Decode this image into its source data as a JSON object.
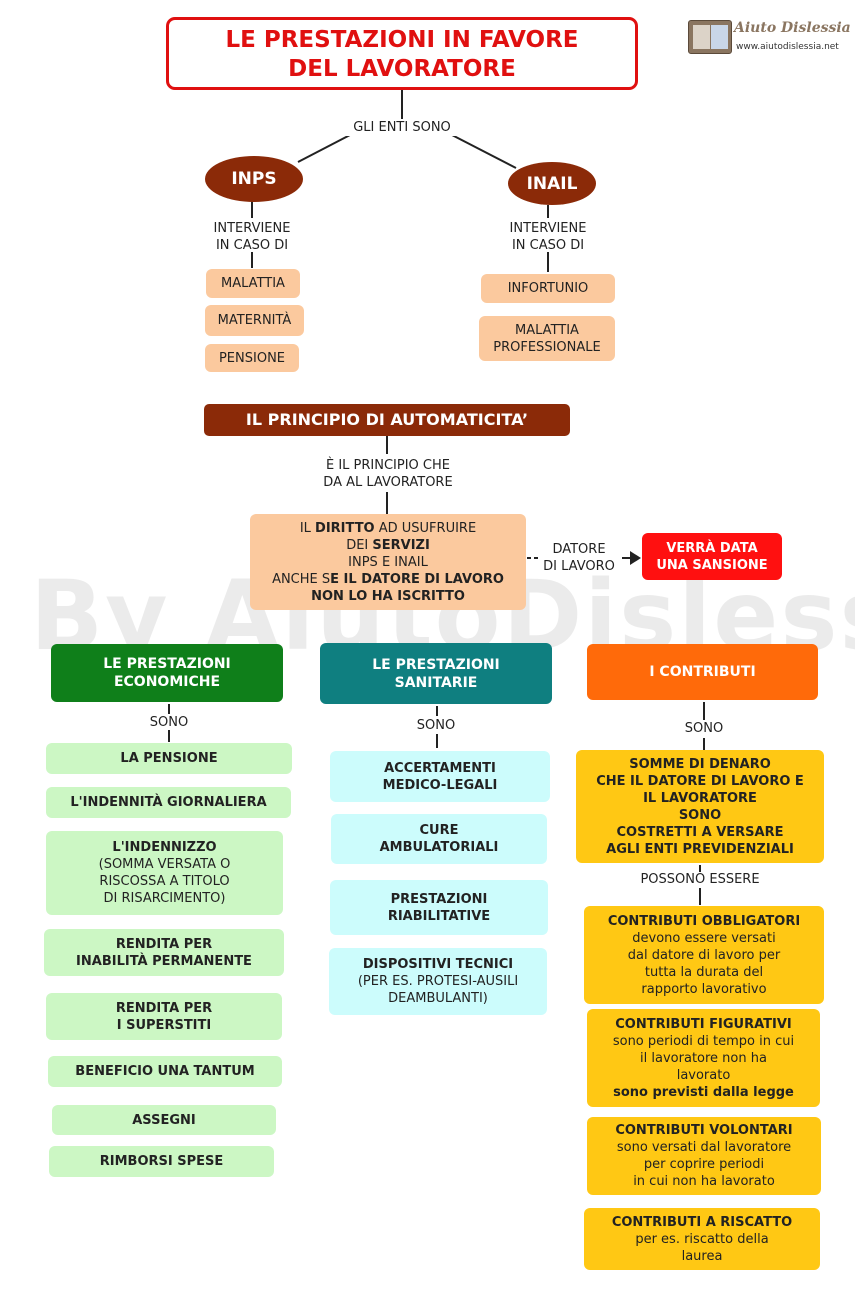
{
  "title": "LE PRESTAZIONI IN FAVORE DEL LAVORATORE",
  "title_lines": [
    "LE PRESTAZIONI IN FAVORE",
    "DEL LAVORATORE"
  ],
  "logo": {
    "name": "Aiuto Dislessia",
    "url": "www.aiutodislessia.net"
  },
  "watermark": "By AiutoDislessia.net",
  "enti": {
    "connector": "GLI ENTI SONO",
    "inps": {
      "label": "INPS",
      "connector_lines": [
        "INTERVIENE",
        "IN CASO DI"
      ],
      "items": [
        "MALATTIA",
        "MATERNITÀ",
        "PENSIONE"
      ]
    },
    "inail": {
      "label": "INAIL",
      "connector_lines": [
        "INTERVIENE",
        "IN CASO DI"
      ],
      "items": [
        "INFORTUNIO"
      ],
      "item2_lines": [
        "MALATTIA",
        "PROFESSIONALE"
      ]
    }
  },
  "principio": {
    "title": "IL PRINCIPIO DI AUTOMATICITA’",
    "connector_lines": [
      "È IL PRINCIPIO CHE",
      "DA AL LAVORATORE"
    ],
    "box": {
      "l1_a": "IL ",
      "l1_b": "DIRITTO",
      "l1_c": " AD USUFRUIRE",
      "l2_a": "DEI ",
      "l2_b": "SERVIZI",
      "l3": "INPS E INAIL",
      "l4_a": "ANCHE S",
      "l4_b": "E IL DATORE DI LAVORO",
      "l5": "NON LO HA ISCRITTO"
    },
    "arrow_label_lines": [
      "DATORE",
      "DI LAVORO"
    ],
    "sanction_lines": [
      "VERRÀ DATA",
      "UNA SANSIONE"
    ]
  },
  "economiche": {
    "header_lines": [
      "LE PRESTAZIONI",
      "ECONOMICHE"
    ],
    "connector": "SONO",
    "items": {
      "pensione": "LA PENSIONE",
      "indennita": "L'INDENNITÀ GIORNALIERA",
      "indennizzo_title": "L'INDENNIZZO",
      "indennizzo_desc": [
        "(SOMMA VERSATA O",
        "RISCOSSA A TITOLO",
        "DI RISARCIMENTO)"
      ],
      "rendita_inab": [
        "RENDITA PER",
        "INABILITÀ PERMANENTE"
      ],
      "rendita_sup": [
        "RENDITA PER",
        "I SUPERSTITI"
      ],
      "beneficio": "BENEFICIO UNA TANTUM",
      "assegni": "ASSEGNI",
      "rimborsi": "RIMBORSI SPESE"
    }
  },
  "sanitarie": {
    "header_lines": [
      "LE PRESTAZIONI",
      "SANITARIE"
    ],
    "connector": "SONO",
    "items": {
      "accertamenti": [
        "ACCERTAMENTI",
        "MEDICO-LEGALI"
      ],
      "cure": [
        "CURE",
        "AMBULATORIALI"
      ],
      "prestazioni": [
        "PRESTAZIONI",
        "RIABILITATIVE"
      ],
      "dispositivi_title": "DISPOSITIVI TECNICI",
      "dispositivi_desc": [
        "(PER ES. PROTESI-AUSILI",
        "DEAMBULANTI)"
      ]
    }
  },
  "contributi": {
    "header": "I CONTRIBUTI",
    "connector": "SONO",
    "definition_lines": [
      "SOMME DI DENARO",
      "CHE IL DATORE DI LAVORO E",
      "IL LAVORATORE",
      "SONO",
      "COSTRETTI A VERSARE",
      "AGLI ENTI PREVIDENZIALI"
    ],
    "connector2": "POSSONO ESSERE",
    "types": {
      "obbligatori_title": "CONTRIBUTI OBBLIGATORI",
      "obbligatori_desc": [
        "devono essere versati",
        "dal datore di lavoro per",
        "tutta la durata del",
        "rapporto lavorativo"
      ],
      "figurativi_title": "CONTRIBUTI FIGURATIVI",
      "figurativi_desc": [
        "sono periodi di tempo  in cui",
        "il lavoratore non ha",
        "lavorato"
      ],
      "figurativi_bold": "sono previsti dalla legge",
      "volontari_title": "CONTRIBUTI VOLONTARI",
      "volontari_desc": [
        "sono versati dal lavoratore",
        "per coprire periodi",
        "in cui non ha lavorato"
      ],
      "riscatto_title": "CONTRIBUTI A RISCATTO",
      "riscatto_desc": [
        "per es. riscatto della",
        "laurea"
      ]
    }
  },
  "colors": {
    "title_border": "#e01010",
    "title_text": "#e01010",
    "ente_oval": "#8b2a08",
    "principio_bar": "#8b2a08",
    "peach": "#fbc99e",
    "sanction": "#ff1010",
    "economiche_header": "#0f7f1a",
    "sanitarie_header": "#0f7f80",
    "contributi_header": "#ff6a0a",
    "green_item": "#ccf7c4",
    "cyan_item": "#ccfcfc",
    "gold_item": "#ffc814"
  }
}
